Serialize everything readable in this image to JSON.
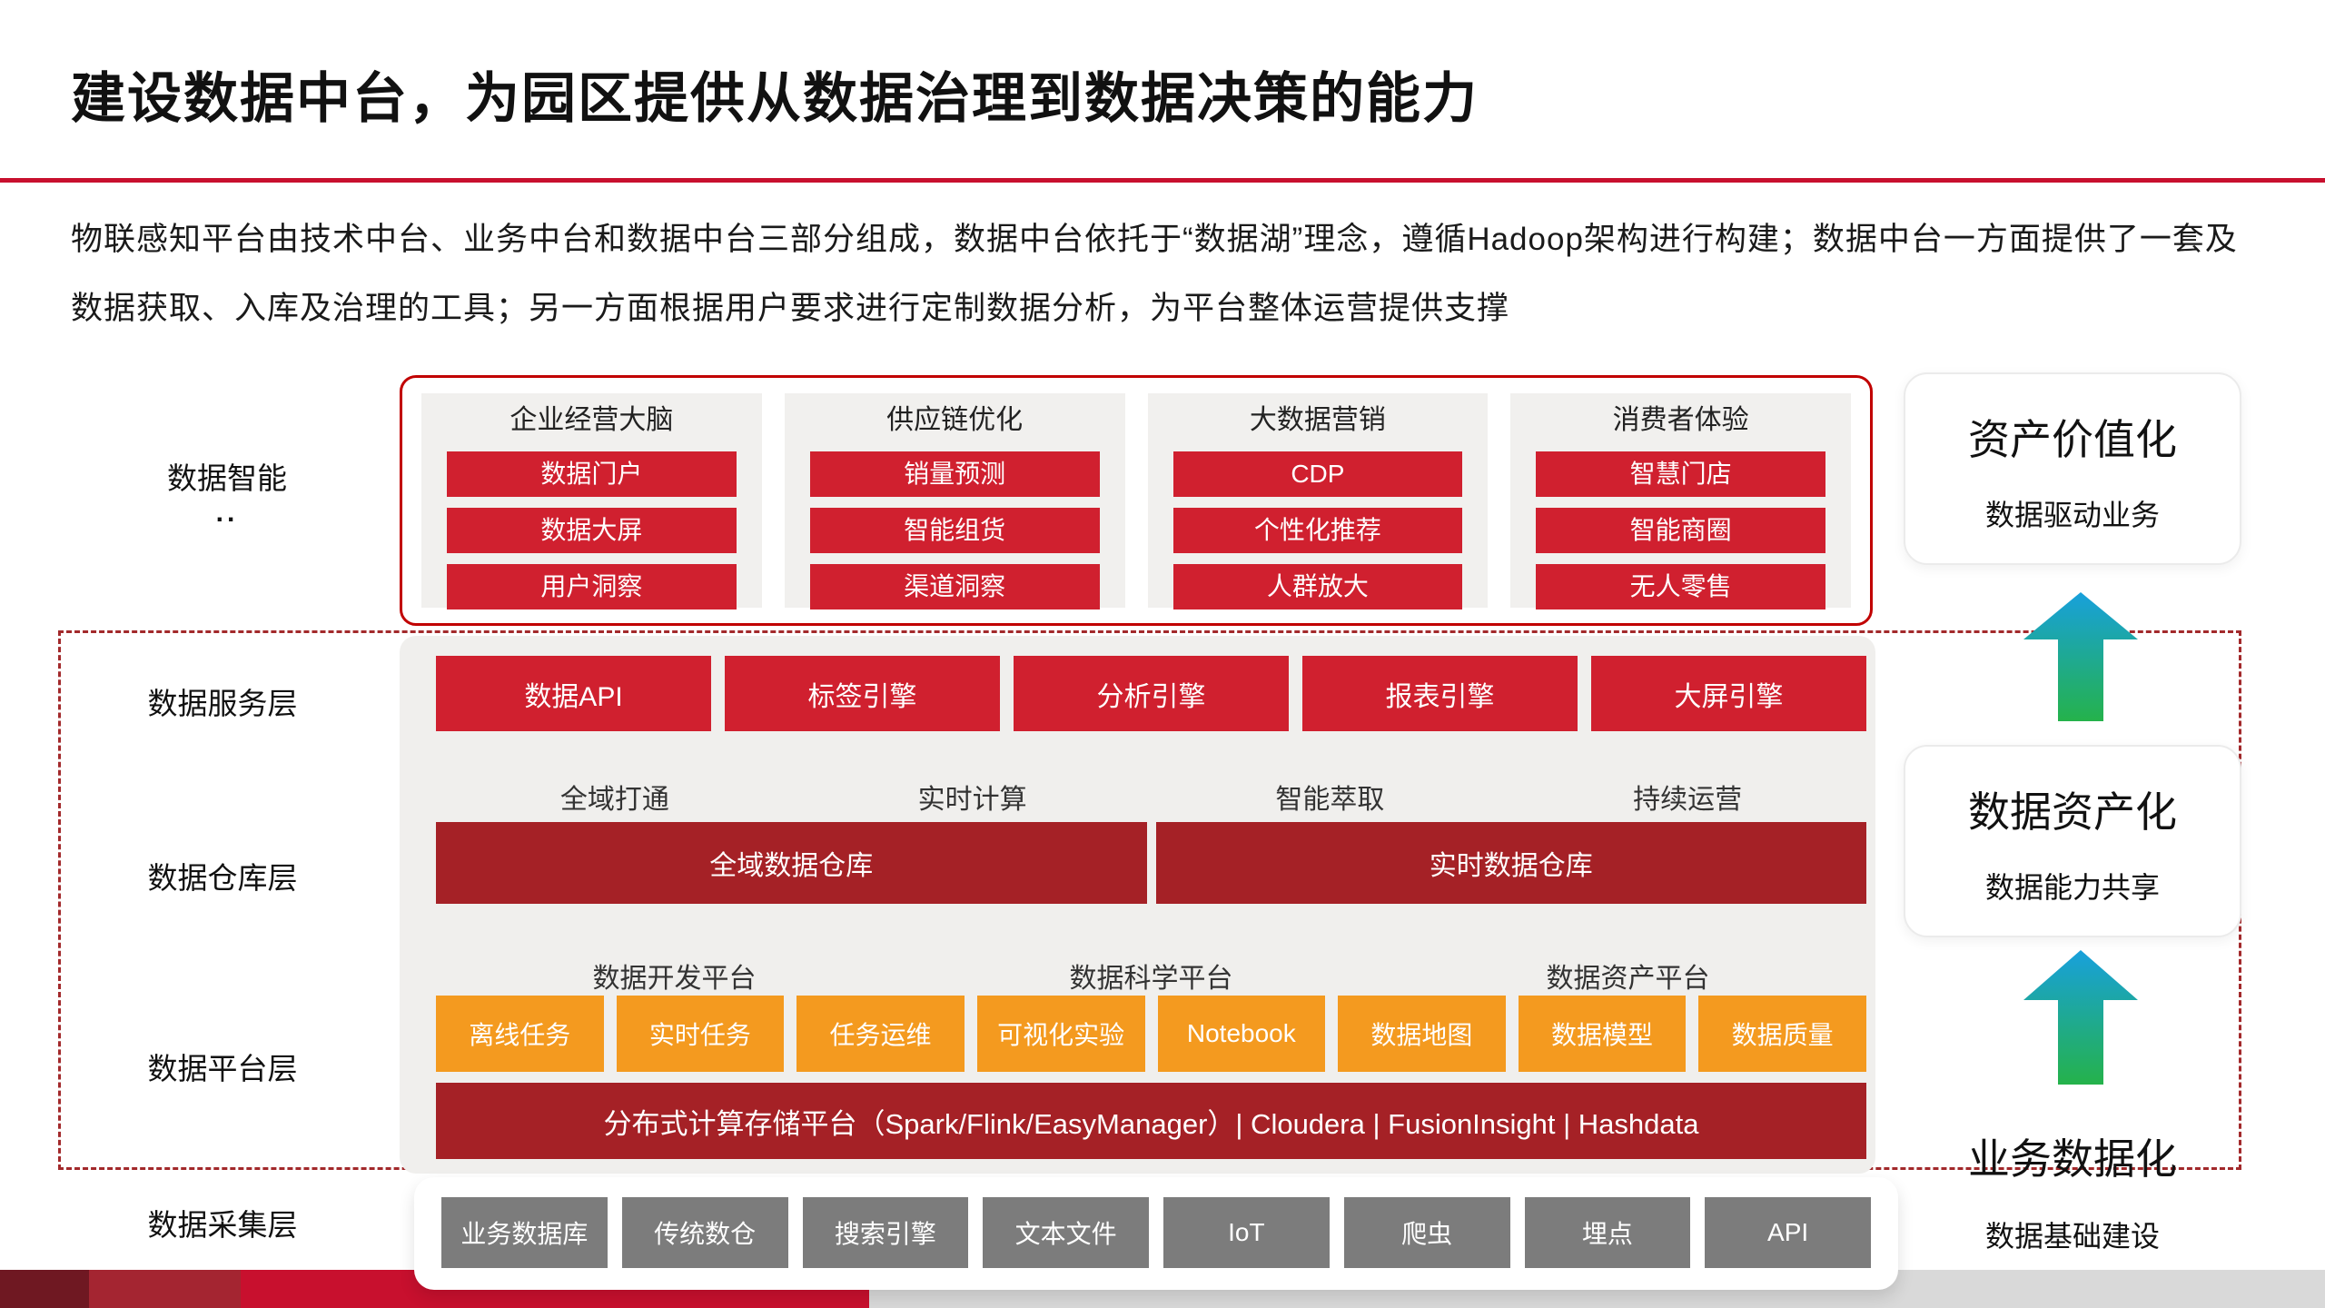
{
  "title": "建设数据中台，为园区提供从数据治理到数据决策的能力",
  "intro": {
    "text": "物联感知平台由技术中台、业务中台和数据中台三部分组成，数据中台依托于“数据湖”理念，遵循Hadoop架构进行构建；数据中台一方面提供了一套及数据获取、入库及治理的工具；另一方面根据用户要求进行定制数据分析，为平台整体运营提供支撑"
  },
  "intelligence": {
    "label": "数据智能",
    "dots": "..",
    "groups": [
      {
        "title": "企业经营大脑",
        "items": [
          "数据门户",
          "数据大屏",
          "用户洞察"
        ]
      },
      {
        "title": "供应链优化",
        "items": [
          "销量预测",
          "智能组货",
          "渠道洞察"
        ]
      },
      {
        "title": "大数据营销",
        "items": [
          "CDP",
          "个性化推荐",
          "人群放大"
        ]
      },
      {
        "title": "消费者体验",
        "items": [
          "智慧门店",
          "智能商圈",
          "无人零售"
        ]
      }
    ]
  },
  "service_layer": {
    "label": "数据服务层",
    "engines": [
      "数据API",
      "标签引擎",
      "分析引擎",
      "报表引擎",
      "大屏引擎"
    ]
  },
  "warehouse_layer": {
    "label": "数据仓库层",
    "features": [
      "全域打通",
      "实时计算",
      "智能萃取",
      "持续运营"
    ],
    "warehouses": [
      "全域数据仓库",
      "实时数据仓库"
    ]
  },
  "platform_layer": {
    "label": "数据平台层",
    "platforms": [
      "数据开发平台",
      "数据科学平台",
      "数据资产平台"
    ],
    "tools": [
      "离线任务",
      "实时任务",
      "任务运维",
      "可视化实验",
      "Notebook",
      "数据地图",
      "数据模型",
      "数据质量"
    ],
    "infra": "分布式计算存储平台（Spark/Flink/EasyManager）| Cloudera | FusionInsight | Hashdata"
  },
  "collection_layer": {
    "label": "数据采集层",
    "sources": [
      "业务数据库",
      "传统数仓",
      "搜索引擎",
      "文本文件",
      "IoT",
      "爬虫",
      "埋点",
      "API"
    ]
  },
  "right_panel": {
    "stages": [
      {
        "title": "资产价值化",
        "subtitle": "数据驱动业务"
      },
      {
        "title": "数据资产化",
        "subtitle": "数据能力共享"
      },
      {
        "title": "业务数据化",
        "subtitle": "数据基础建设"
      }
    ]
  },
  "colors": {
    "accent_red": "#c8102e",
    "button_red": "#d0202f",
    "bar_dark_red": "#a52126",
    "button_orange": "#f49a1f",
    "button_gray": "#7c7c7c",
    "dashed_border": "#a2292b",
    "arrow_gradient_top": "#18a0dc",
    "arrow_gradient_bottom": "#25b24b"
  }
}
